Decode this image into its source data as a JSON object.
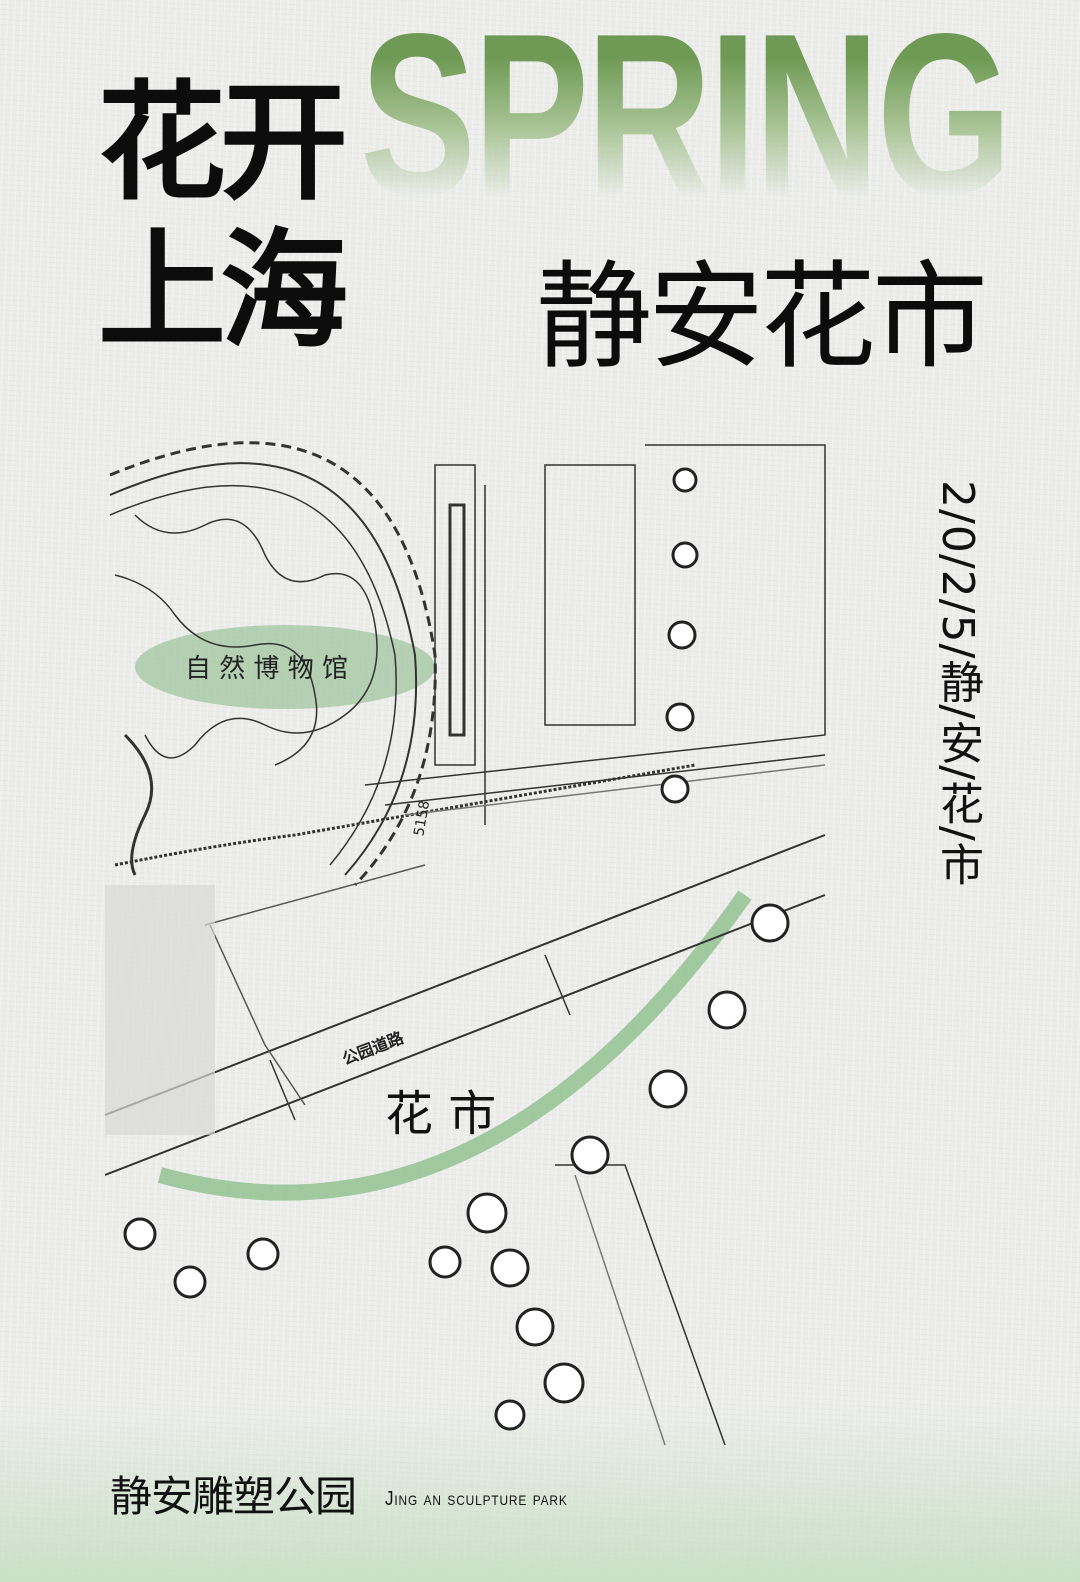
{
  "poster": {
    "background_word": "SPRING",
    "title_line1": "花开",
    "title_line2": "上海",
    "subtitle": "静安花市",
    "vertical_date_text": "2/0/2/5/静/安/花/市",
    "footer_cn": "静安雕塑公园",
    "footer_en": "Jing an sculpture park"
  },
  "map": {
    "label_museum": "自 然 博 物 馆",
    "label_dimension": "5158",
    "label_road": "公园道路",
    "label_market": "花 市"
  },
  "colors": {
    "accent_green": "#6f9a55",
    "highlight_green": "#9cc39a",
    "text": "#0c0c0c"
  }
}
